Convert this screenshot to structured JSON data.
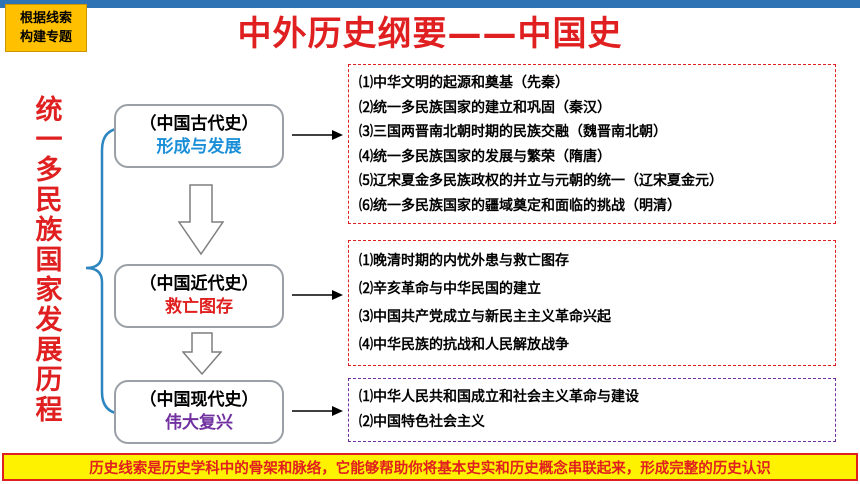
{
  "tag": {
    "line1": "根据线索",
    "line2": "构建专题"
  },
  "title": "中外历史纲要——中国史",
  "vertical_title": [
    "统",
    "一",
    "多",
    "民",
    "族",
    "国",
    "家",
    "发",
    "展",
    "历",
    "程"
  ],
  "colors": {
    "red": "#e02020",
    "blue": "#1a8fd8",
    "purple": "#7030a0",
    "yellow": "#fff200",
    "orange": "#ffc000"
  },
  "nodes": [
    {
      "title": "（中国古代史）",
      "subtitle": "形成与发展",
      "color": "#1a8fd8"
    },
    {
      "title": "（中国近代史）",
      "subtitle": "救亡图存",
      "color": "#e02020"
    },
    {
      "title": "（中国现代史）",
      "subtitle": "伟大复兴",
      "color": "#7030a0"
    }
  ],
  "lists": [
    {
      "border_color": "#e02020",
      "items": [
        "⑴中华文明的起源和奠基（先秦）",
        "⑵统一多民族国家的建立和巩固（秦汉）",
        "⑶三国两晋南北朝时期的民族交融（魏晋南北朝）",
        "⑷统一多民族国家的发展与繁荣（隋唐）",
        "⑸辽宋夏金多民族政权的并立与元朝的统一（辽宋夏金元）",
        "⑹统一多民族国家的疆域奠定和面临的挑战（明清）"
      ]
    },
    {
      "border_color": "#e02020",
      "items": [
        "⑴晚清时期的内忧外患与救亡图存",
        "⑵辛亥革命与中华民国的建立",
        "⑶中国共产党成立与新民主主义革命兴起",
        "⑷中华民族的抗战和人民解放战争"
      ]
    },
    {
      "border_color": "#7030a0",
      "items": [
        "⑴中华人民共和国成立和社会主义革命与建设",
        "⑵中国特色社会主义"
      ]
    }
  ],
  "bottom_note": "历史线索是历史学科中的骨架和脉络，它能够帮助你将基本史实和历史概念串联起来，形成完整的历史认识"
}
